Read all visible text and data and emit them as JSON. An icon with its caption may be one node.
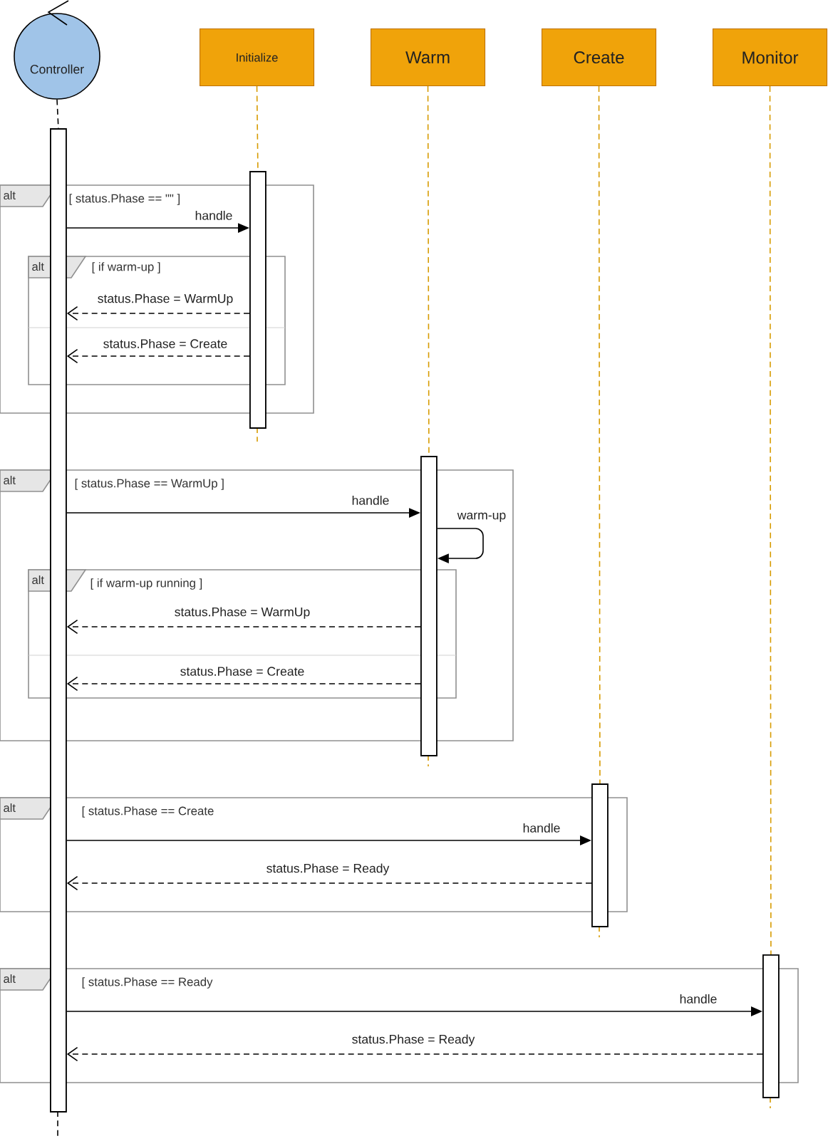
{
  "diagram": {
    "nodes": [
      {
        "text": [
          "Controller"
        ]
      },
      {
        "text": [
          "Initialize"
        ]
      },
      {
        "text": [
          "Warm"
        ]
      },
      {
        "text": [
          "Create"
        ]
      },
      {
        "text": [
          "Monitor"
        ]
      },
      {
        "text": [],
        "shape": "bar"
      },
      {
        "text": [],
        "shape": "bar"
      },
      {
        "text": [],
        "shape": "bar"
      },
      {
        "text": [],
        "shape": "bar"
      },
      {
        "text": [],
        "shape": "bar"
      }
    ],
    "edges": [
      {
        "from": 0,
        "to": 5,
        "arrow": "none",
        "style": "dashed"
      },
      {
        "from": 1,
        "to": 6,
        "arrow": "none",
        "style": "dashed",
        "color": "#d79b00"
      },
      {
        "from": 2,
        "to": 7,
        "arrow": "none",
        "style": "dashed",
        "color": "#d79b00"
      },
      {
        "from": 3,
        "to": 8,
        "arrow": "none",
        "style": "dashed",
        "color": "#d79b00"
      },
      {
        "from": 4,
        "to": 9,
        "arrow": "none",
        "style": "dashed",
        "color": "#d79b00"
      },
      {
        "from": 5,
        "to": 6,
        "arrow": "to",
        "label": "handle"
      },
      {
        "from": 6,
        "to": 5,
        "arrow": "to",
        "style": "dashed",
        "label": "status.Phase = WarmUp"
      },
      {
        "from": 6,
        "to": 5,
        "arrow": "to",
        "style": "dashed",
        "label": "status.Phase = Create"
      },
      {
        "from": 5,
        "to": 7,
        "arrow": "to",
        "label": "handle"
      },
      {
        "from": 7,
        "to": 7,
        "arrow": "to",
        "label": "warm-up"
      },
      {
        "from": 7,
        "to": 5,
        "arrow": "to",
        "style": "dashed",
        "label": "status.Phase = WarmUp"
      },
      {
        "from": 7,
        "to": 5,
        "arrow": "to",
        "style": "dashed",
        "label": "status.Phase = Create"
      },
      {
        "from": 5,
        "to": 8,
        "arrow": "to",
        "label": "handle"
      },
      {
        "from": 8,
        "to": 5,
        "arrow": "to",
        "style": "dashed",
        "label": "status.Phase = Ready"
      },
      {
        "from": 5,
        "to": 9,
        "arrow": "to",
        "label": "handle"
      },
      {
        "from": 9,
        "to": 5,
        "arrow": "to",
        "style": "dashed",
        "label": "status.Phase = Ready"
      }
    ],
    "labels": [
      "alt",
      "[ status.Phase == \"\" ]",
      "alt",
      "[ if warm-up ]",
      "alt",
      "[ status.Phase == WarmUp ]",
      "alt",
      "[ if warm-up running ]",
      "alt",
      "[ status.Phase == Create",
      "alt",
      "[ status.Phase == Ready"
    ]
  }
}
